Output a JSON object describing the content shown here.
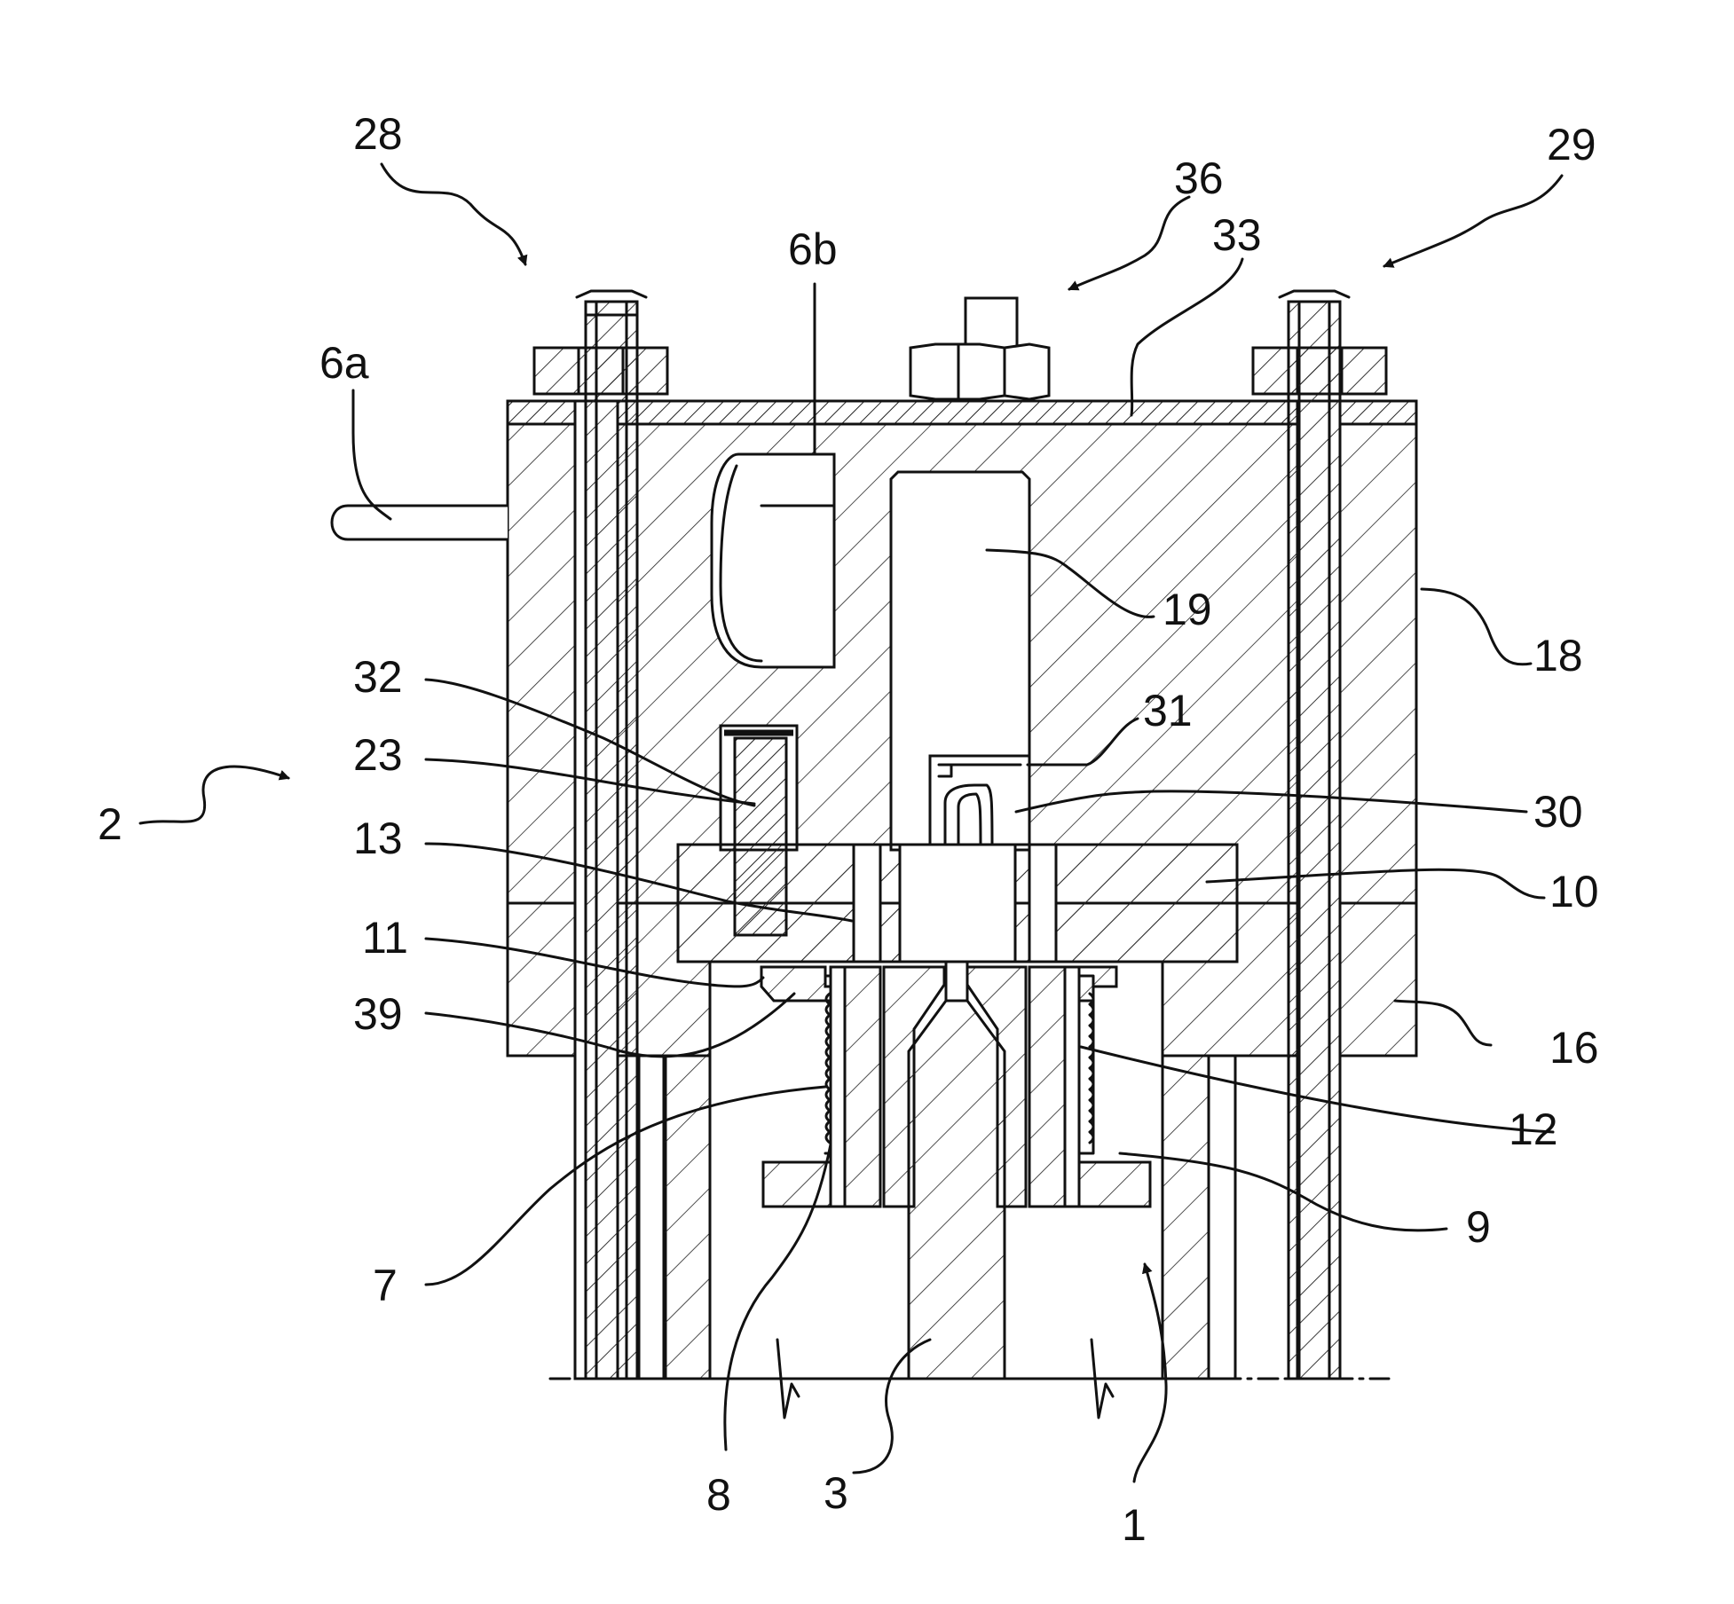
{
  "labels": {
    "l28": "28",
    "l29": "29",
    "l36": "36",
    "l33": "33",
    "l6b": "6b",
    "l6a": "6a",
    "l19": "19",
    "l18": "18",
    "l32": "32",
    "l31": "31",
    "l23": "23",
    "l30": "30",
    "l2": "2",
    "l13": "13",
    "l10": "10",
    "l11": "11",
    "l39": "39",
    "l16": "16",
    "l12": "12",
    "l9": "9",
    "l7": "7",
    "l8": "8",
    "l3": "3",
    "l1": "1"
  }
}
